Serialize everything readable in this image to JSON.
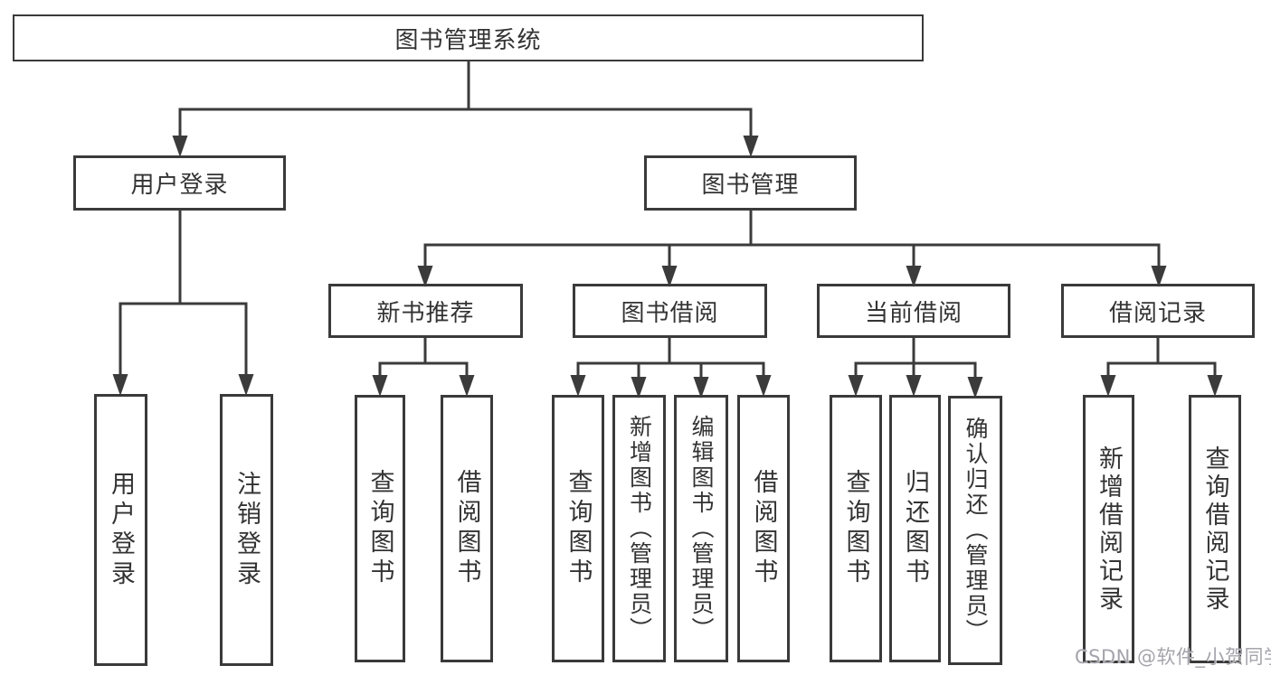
{
  "diagram": {
    "type": "hierarchy-tree",
    "title": "图书管理系统"
  },
  "nodes": {
    "root": "图书管理系统",
    "login": "用户登录",
    "manage": "图书管理",
    "login_user": "用户登录",
    "login_logout": "注销登录",
    "recommend": "新书推荐",
    "borrow": "图书借阅",
    "current": "当前借阅",
    "records": "借阅记录",
    "recommend_query": "查询图书",
    "recommend_borrow": "借阅图书",
    "borrow_query": "查询图书",
    "borrow_add": "新增图书（管理员）",
    "borrow_edit": "编辑图书（管理员）",
    "borrow_lend": "借阅图书",
    "current_query": "查询图书",
    "current_return": "归还图书",
    "current_confirm": "确认归还（管理员）",
    "records_add": "新增借阅记录",
    "records_query": "查询借阅记录"
  },
  "edges": [
    [
      "root",
      "login"
    ],
    [
      "root",
      "manage"
    ],
    [
      "login",
      "login_user"
    ],
    [
      "login",
      "login_logout"
    ],
    [
      "manage",
      "recommend"
    ],
    [
      "manage",
      "borrow"
    ],
    [
      "manage",
      "current"
    ],
    [
      "manage",
      "records"
    ],
    [
      "recommend",
      "recommend_query"
    ],
    [
      "recommend",
      "recommend_borrow"
    ],
    [
      "borrow",
      "borrow_query"
    ],
    [
      "borrow",
      "borrow_add"
    ],
    [
      "borrow",
      "borrow_edit"
    ],
    [
      "borrow",
      "borrow_lend"
    ],
    [
      "current",
      "current_query"
    ],
    [
      "current",
      "current_return"
    ],
    [
      "current",
      "current_confirm"
    ],
    [
      "records",
      "records_add"
    ],
    [
      "records",
      "records_query"
    ]
  ],
  "watermark": "CSDN @软件_小贺同学",
  "colors": {
    "background": "#ffffff",
    "box_border": "#3a3a3a",
    "line": "#3b3b3b",
    "text": "#333333",
    "watermark": "#a4a4ac"
  }
}
